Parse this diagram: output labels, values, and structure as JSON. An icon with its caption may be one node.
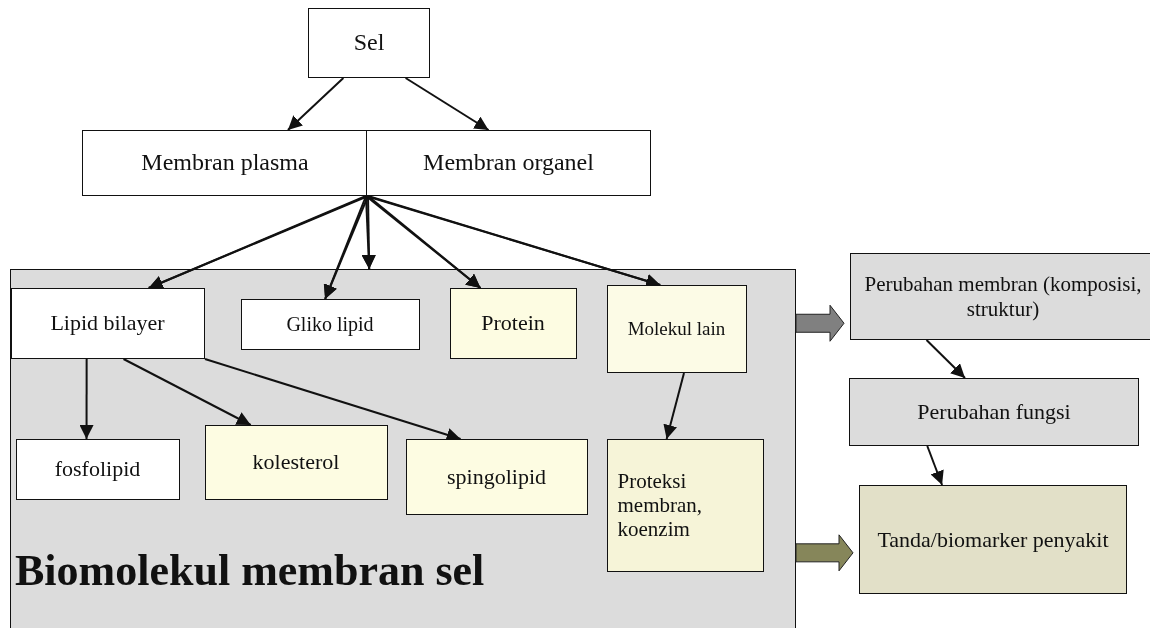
{
  "diagram": {
    "nodes": [
      {
        "text": [
          "Sel"
        ]
      },
      {
        "text": [
          "Membran plasma"
        ]
      },
      {
        "text": [
          "Membran organel"
        ]
      },
      {
        "text": [
          "Biomolekul membran sel"
        ]
      },
      {
        "text": [
          "Lipid bilayer"
        ],
        "in": 3
      },
      {
        "text": [
          "Gliko lipid"
        ],
        "in": 3
      },
      {
        "text": [
          "Protein"
        ],
        "in": 3
      },
      {
        "text": [
          "Molekul lain"
        ],
        "in": 3
      },
      {
        "text": [
          "fosfolipid"
        ],
        "in": 3
      },
      {
        "text": [
          "kolesterol"
        ],
        "in": 3
      },
      {
        "text": [
          "spingolipid"
        ],
        "in": 3
      },
      {
        "text": [
          "Proteksi membran, koenzim"
        ],
        "in": 3
      },
      {
        "text": [
          "Perubahan  membran (komposisi, struktur)"
        ]
      },
      {
        "text": [
          "Perubahan fungsi"
        ]
      },
      {
        "text": [
          "Tanda/biomarker penyakit"
        ]
      }
    ],
    "edges": [
      {
        "from": 0,
        "to": 1,
        "arrow": "to"
      },
      {
        "from": 0,
        "to": 2,
        "arrow": "to"
      },
      {
        "from": 1,
        "to": 4,
        "arrow": "to"
      },
      {
        "from": 2,
        "to": 4,
        "arrow": "to"
      },
      {
        "from": 1,
        "to": 5,
        "arrow": "to"
      },
      {
        "from": 2,
        "to": 5,
        "arrow": "to"
      },
      {
        "from": 1,
        "to": 3,
        "arrow": "to"
      },
      {
        "from": 2,
        "to": 3,
        "arrow": "to"
      },
      {
        "from": 1,
        "to": 6,
        "arrow": "to"
      },
      {
        "from": 2,
        "to": 6,
        "arrow": "to"
      },
      {
        "from": 1,
        "to": 7,
        "arrow": "to"
      },
      {
        "from": 2,
        "to": 7,
        "arrow": "to"
      },
      {
        "from": 4,
        "to": 8,
        "arrow": "to"
      },
      {
        "from": 4,
        "to": 9,
        "arrow": "to"
      },
      {
        "from": 4,
        "to": 10,
        "arrow": "to"
      },
      {
        "from": 7,
        "to": 11,
        "arrow": "to"
      },
      {
        "from": 3,
        "to": 12,
        "arrow": "to",
        "style": "thick",
        "color": "#808080"
      },
      {
        "from": 12,
        "to": 13,
        "arrow": "to"
      },
      {
        "from": 13,
        "to": 14,
        "arrow": "to"
      },
      {
        "from": 3,
        "to": 14,
        "arrow": "to",
        "style": "thick",
        "color": "#86865a"
      }
    ]
  }
}
